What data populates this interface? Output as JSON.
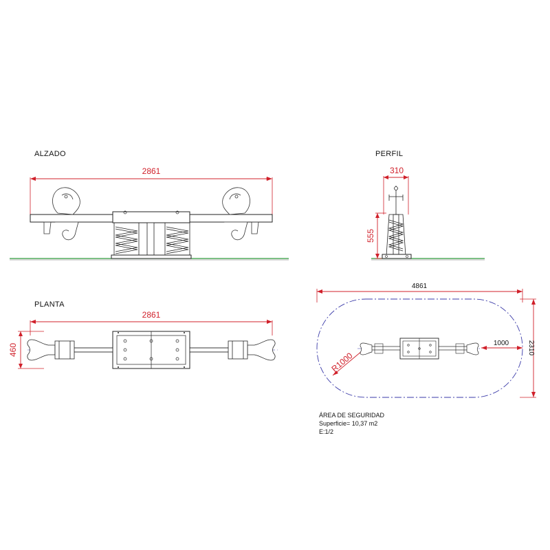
{
  "views": {
    "elevation_label": "ALZADO",
    "profile_label": "PERFIL",
    "plan_label": "PLANTA"
  },
  "dimensions": {
    "elevation_length": "2861",
    "profile_width": "310",
    "profile_height": "555",
    "plan_length": "2861",
    "plan_width": "460",
    "safety_length": "4861",
    "safety_width": "2310",
    "safety_offset": "1000",
    "safety_radius": "R1000"
  },
  "safety_area": {
    "title": "ÁREA DE SEGURIDAD",
    "surface": "Superficie=  10,37 m2",
    "scale": "E:1/2"
  },
  "colors": {
    "dimension": "#d0202a",
    "ground": "#2e9b3a",
    "safety_outline": "#3a3aa8",
    "drawing": "#222222"
  }
}
